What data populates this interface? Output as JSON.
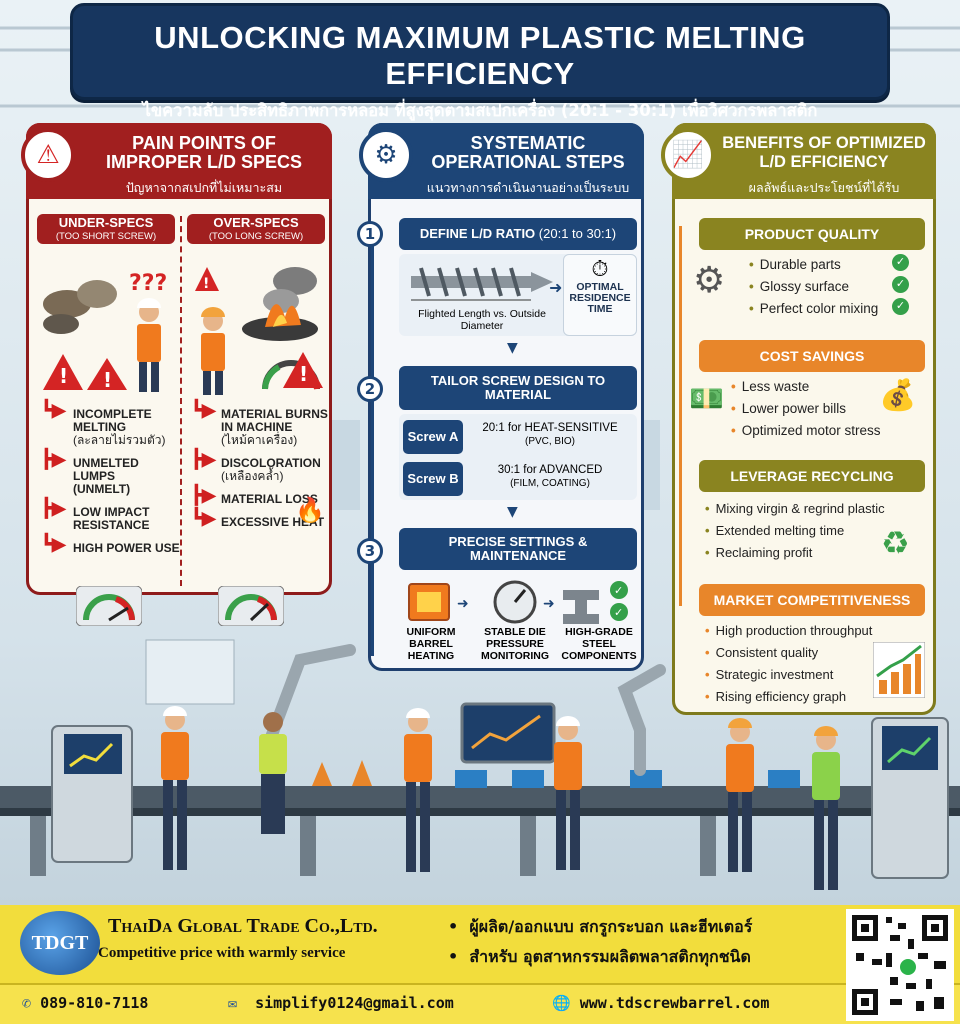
{
  "title": {
    "main": "UNLOCKING MAXIMUM PLASTIC MELTING EFFICIENCY",
    "sub": "ไขความลับ ประสิทธิภาพการหลอม ที่สูงสุดตามสเปกเครื่อง (20:1 - 30:1) เพื่อวิศวกรพลาสติก"
  },
  "left": {
    "title1": "PAIN POINTS OF",
    "title2": "IMPROPER L/D SPECS",
    "title_th": "ปัญหาจากสเปกที่ไม่เหมาะสม",
    "under": {
      "label": "UNDER-SPECS",
      "note": "(TOO SHORT SCREW)",
      "items": [
        "INCOMPLETE MELTING",
        "(ละลายไม่รวมตัว)",
        "UNMELTED LUMPS",
        "(UNMELT)",
        "LOW IMPACT RESISTANCE",
        "HIGH POWER USE"
      ]
    },
    "over": {
      "label": "OVER-SPECS",
      "note": "(TOO LONG SCREW)",
      "items": [
        "MATERIAL BURNS IN MACHINE",
        "(ไหม้คาเครื่อง)",
        "DISCOLORATION",
        "(เหลืองคล้ำ)",
        "MATERIAL LOSS",
        "EXCESSIVE HEAT"
      ]
    },
    "q": "???"
  },
  "mid": {
    "title1": "SYSTEMATIC",
    "title2": "OPERATIONAL STEPS",
    "title_th": "แนวทางการดำเนินงานอย่างเป็นระบบ",
    "s1": {
      "num": "1",
      "label": "DEFINE L/D RATIO",
      "ratio": "(20:1 to 30:1)",
      "screw_caption": "Flighted Length vs. Outside Diameter",
      "timer_caption": "OPTIMAL RESIDENCE TIME"
    },
    "s2": {
      "num": "2",
      "label": "TAILOR SCREW DESIGN TO MATERIAL",
      "a_label": "Screw A",
      "a_text": "20:1 for HEAT-SENSITIVE",
      "a_sub": "(PVC, BIO)",
      "b_label": "Screw B",
      "b_text": "30:1 for ADVANCED",
      "b_sub": "(FILM, COATING)"
    },
    "s3": {
      "num": "3",
      "label": "PRECISE SETTINGS & MAINTENANCE",
      "i1": "UNIFORM BARREL HEATING",
      "i2": "STABLE DIE PRESSURE MONITORING",
      "i3": "HIGH-GRADE STEEL COMPONENTS"
    }
  },
  "right": {
    "title1": "BENEFITS OF OPTIMIZED",
    "title2": "L/D EFFICIENCY",
    "title_th": "ผลลัพธ์และประโยชน์ที่ได้รับ",
    "quality": {
      "label": "PRODUCT QUALITY",
      "items": [
        "Durable parts",
        "Glossy surface",
        "Perfect color mixing"
      ]
    },
    "cost": {
      "label": "COST SAVINGS",
      "items": [
        "Less waste",
        "Lower power bills",
        "Optimized motor stress"
      ]
    },
    "recycle": {
      "label": "LEVERAGE RECYCLING",
      "items": [
        "Mixing virgin & regrind plastic",
        "Extended melting time",
        "Reclaiming profit"
      ]
    },
    "market": {
      "label": "MARKET COMPETITIVENESS",
      "items": [
        "High production throughput",
        "Consistent quality",
        "Strategic investment",
        "Rising efficiency graph"
      ]
    }
  },
  "footer": {
    "logo": "TDGT",
    "company": "ThaiDa Global Trade  Co.,Ltd.",
    "slogan": "Competitive price with warmly service",
    "th1": "ผู้ผลิต/ออกแบบ สกรูกระบอก และฮีทเตอร์",
    "th2": "สำหรับ อุตสาหกรรมผลิตพลาสติกทุกชนิด",
    "phone": "089-810-7118",
    "email": "simplify0124@gmail.com",
    "web": "www.tdscrewbarrel.com"
  },
  "colors": {
    "navy": "#17365f",
    "red": "#a11f1f",
    "olive": "#8a8420",
    "orange": "#e8862a",
    "yellow": "#f2dd3c"
  }
}
